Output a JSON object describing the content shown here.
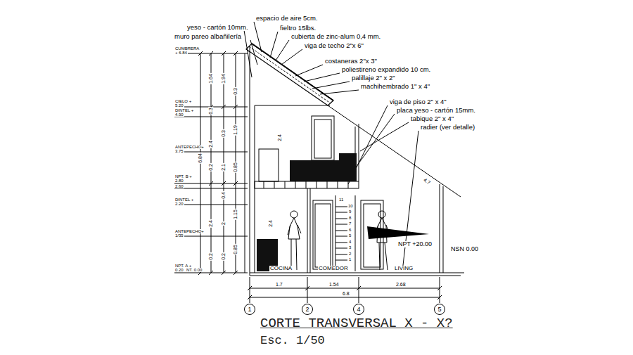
{
  "diagram": {
    "title": "CORTE TRANSVERSAL X - X?",
    "caption": "Esc. 1/50",
    "nodes": [
      {
        "text": [
          "1"
        ]
      },
      {
        "text": [
          "2"
        ]
      },
      {
        "text": [
          "4"
        ]
      },
      {
        "text": [
          "5"
        ]
      }
    ],
    "labels": [
      "yeso - cartón 10mm.",
      "espacio de aire 5cm.",
      "fieltro 15lbs.",
      "muro pareo albañilería",
      "cubierta de zinc-alum 0,4 mm.",
      "viga de techo 2\"x 6\"",
      "costaneras 2\"x 3\"",
      "poliestireno expandido 10 cm.",
      "palillaje 2\" x 2\"",
      "machihembrado 1\" x 4\"",
      "viga de piso 2\" x 4\"",
      "placa yeso - cartón 15mm.",
      "tabique 2\" x 4\"",
      "radier (ver detalle)",
      "CUMBRERA",
      "+ 6.84",
      "CIELO +",
      "5.20",
      "DINTEL +",
      "4.90",
      "ANTEPECHO+",
      "3.75",
      "NPT. B +",
      "2.80",
      "2.60",
      "DINTEL +",
      "2.20",
      "ANTEPECHO+",
      "1/35",
      "NPT. A +",
      "0.20",
      "NT. 0.00",
      "1.64",
      "0.3",
      "2.4",
      "0.2",
      "2.4",
      "0.2",
      "1.94",
      "0.3",
      "2.1",
      "0.4",
      "2",
      "0.2",
      "0.3",
      "1.19",
      "0.85",
      "1.15",
      "0.85",
      "6.84",
      "2.4",
      "2.4",
      "4.7",
      "11",
      "10",
      "9",
      "8",
      "7",
      "6",
      "5",
      "4",
      "3",
      "2",
      "1",
      "COCINA",
      "COMEDOR",
      "LIVING",
      "NPT +20.00",
      "NSN 0.00",
      "1.7",
      "1.54",
      "2.68",
      "6.8"
    ]
  }
}
